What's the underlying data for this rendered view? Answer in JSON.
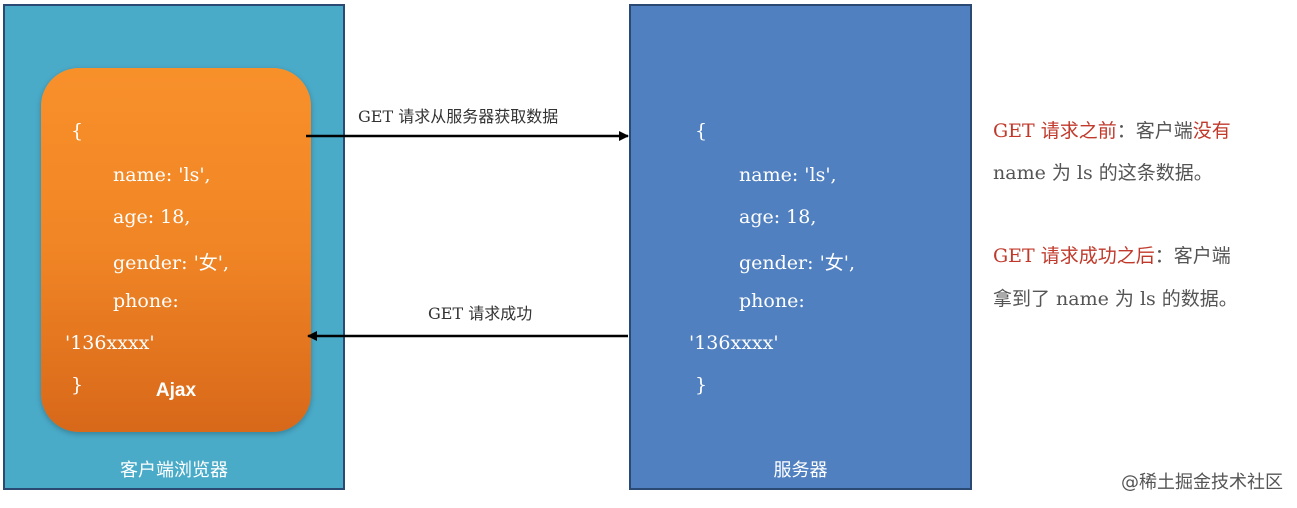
{
  "client": {
    "title": "客户端浏览器",
    "ajax_label": "Ajax",
    "code": [
      "{",
      "name: 'ls',",
      "age: 18,",
      "gender: '女',",
      "phone:",
      "'136xxxx'",
      "}"
    ]
  },
  "server": {
    "title": "服务器",
    "code": [
      "{",
      "name: 'ls',",
      "age: 18,",
      "gender: '女',",
      "phone:",
      "'136xxxx'",
      "}"
    ]
  },
  "arrows": {
    "request_label": "GET 请求从服务器获取数据",
    "response_label": "GET 请求成功"
  },
  "notes": {
    "note1_red": "GET 请求之前",
    "note1_sep": "：客户端",
    "note1_red2": "没有",
    "note1_line2": "name 为 ls 的这条数据。",
    "note2_red": "GET 请求成功之后",
    "note2_sep": "：客户端",
    "note2_line2": "拿到了 name 为 ls 的数据。"
  },
  "watermark": "@稀土掘金技术社区",
  "colors": {
    "client_panel": "#4aabc9",
    "server_panel": "#5080c0",
    "ajax_box": "#f08525",
    "highlight": "#c0392b"
  }
}
